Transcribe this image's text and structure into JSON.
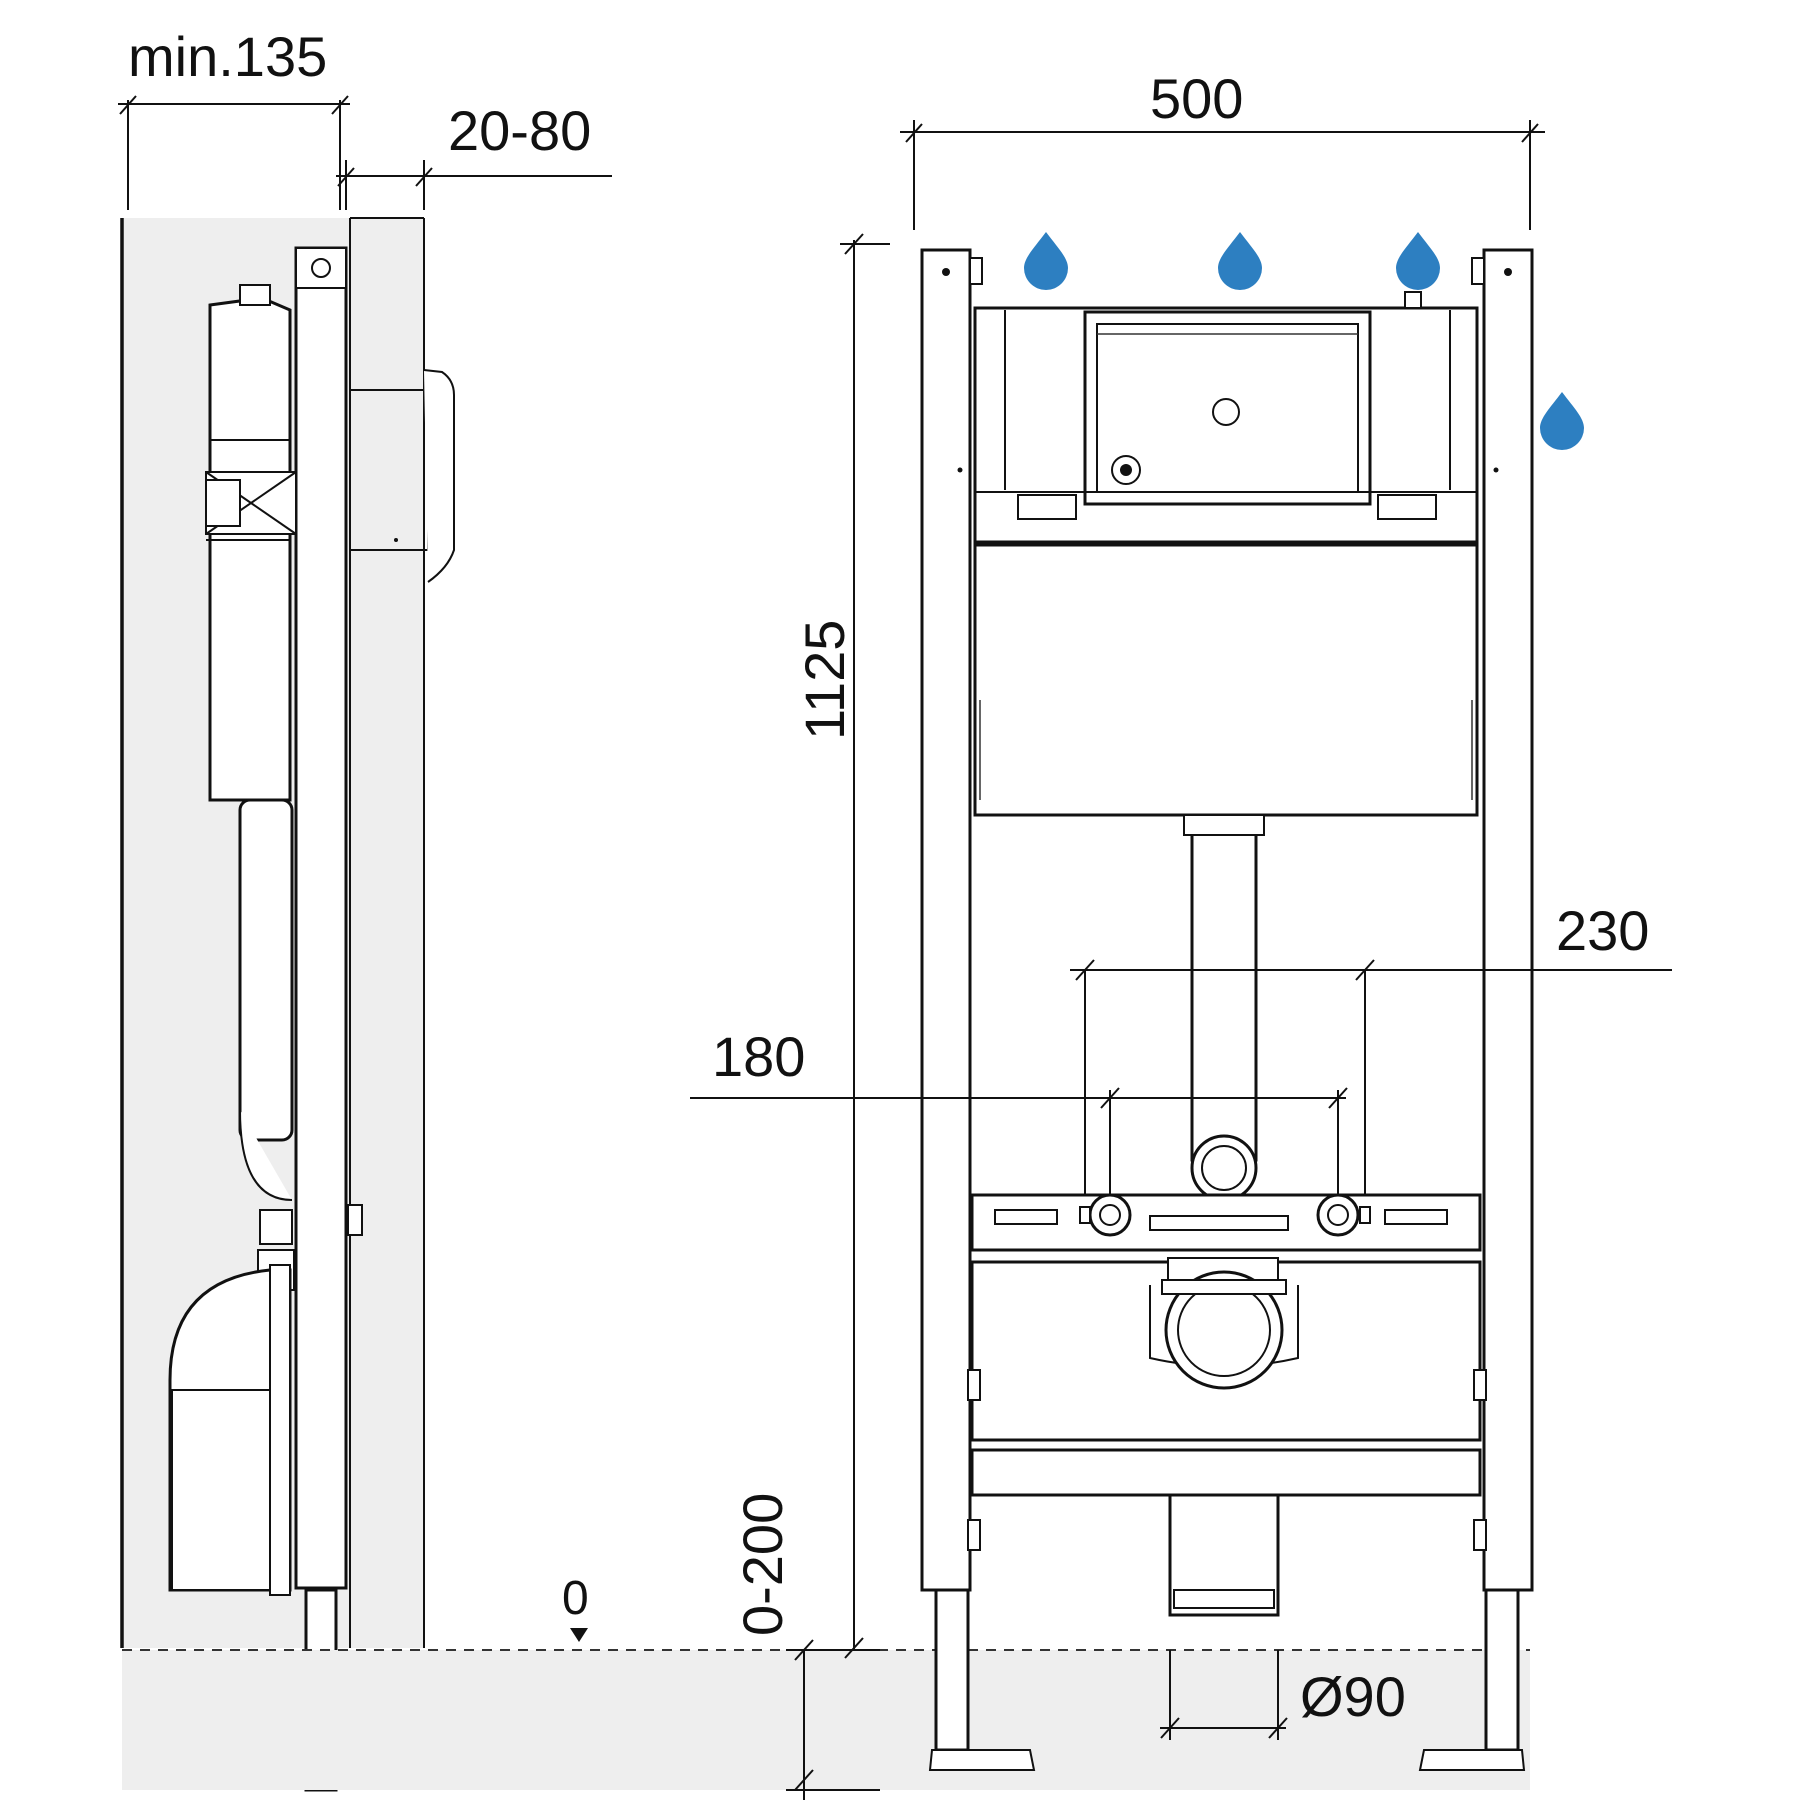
{
  "dimensions": {
    "side_depth": "min.135",
    "cover_thickness": "20-80",
    "frame_width": "500",
    "frame_height": "1125",
    "fixing_span": "230",
    "outlet_span": "180",
    "floor_level": "0",
    "leg_extension": "0-200",
    "drain_diameter": "Ø90"
  },
  "colors": {
    "line": "#111111",
    "panel_fill": "#eeeeee",
    "water_drop": "#2d7fc1"
  },
  "icons": {
    "water_drop": "water-drop-icon",
    "floor_marker": "triangle-down-icon"
  }
}
